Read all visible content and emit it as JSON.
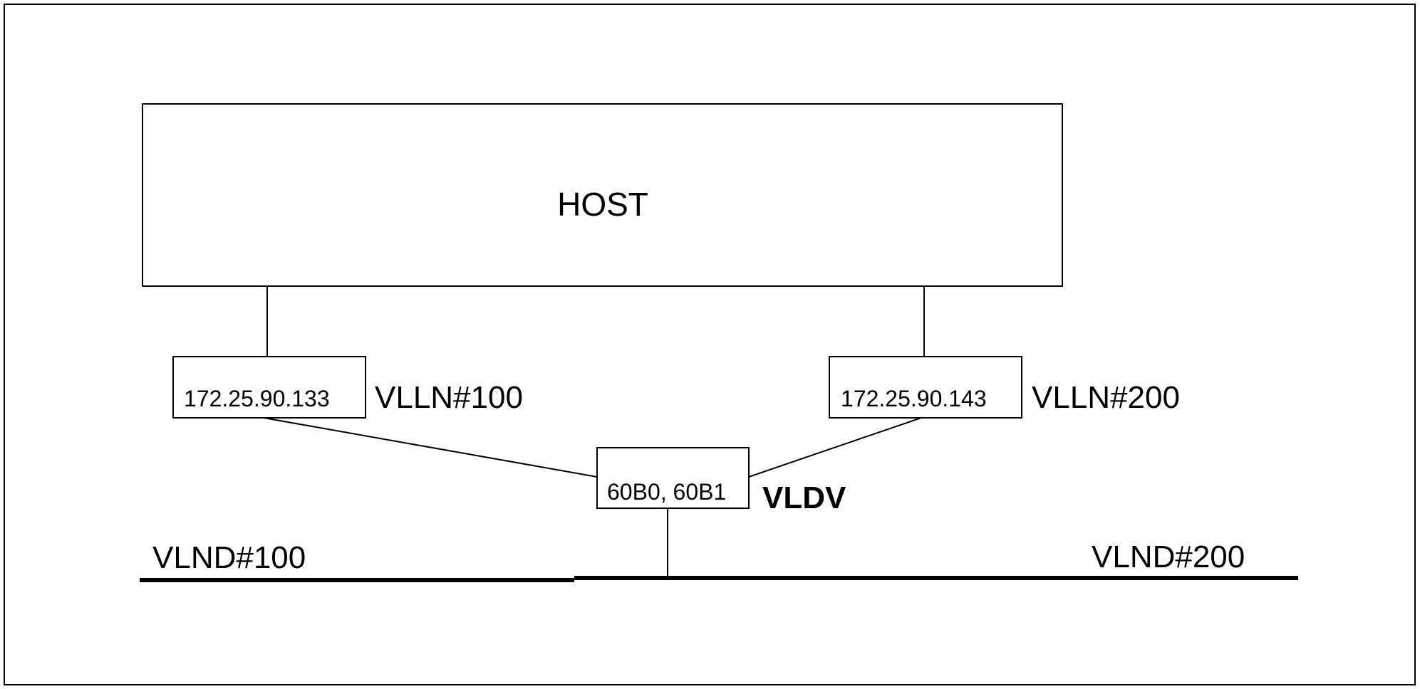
{
  "host": {
    "label": "HOST"
  },
  "interfaces": [
    {
      "ip": "172.25.90.133",
      "name": "VLLN#100"
    },
    {
      "ip": "172.25.90.143",
      "name": "VLLN#200"
    }
  ],
  "device": {
    "addresses": "60B0, 60B1",
    "name": "VLDV"
  },
  "networks": [
    {
      "name": "VLND#100"
    },
    {
      "name": "VLND#200"
    }
  ]
}
